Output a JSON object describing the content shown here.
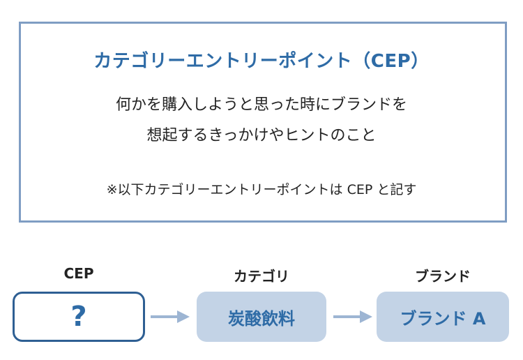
{
  "definition": {
    "title": "カテゴリーエントリーポイント（CEP）",
    "line1": "何かを購入しようと思った時にブランドを",
    "line2": "想起するきっかけやヒントのこと",
    "note": "※以下カテゴリーエントリーポイントは CEP と記す"
  },
  "flow": {
    "labels": [
      "CEP",
      "カテゴリ",
      "ブランド"
    ],
    "nodes": [
      "?",
      "炭酸飲料",
      "ブランド A"
    ]
  },
  "colors": {
    "accent": "#2e6ba6",
    "box_border": "#7f9dc3",
    "node_fill": "#c3d3e6",
    "arrow": "#9db5d3"
  }
}
